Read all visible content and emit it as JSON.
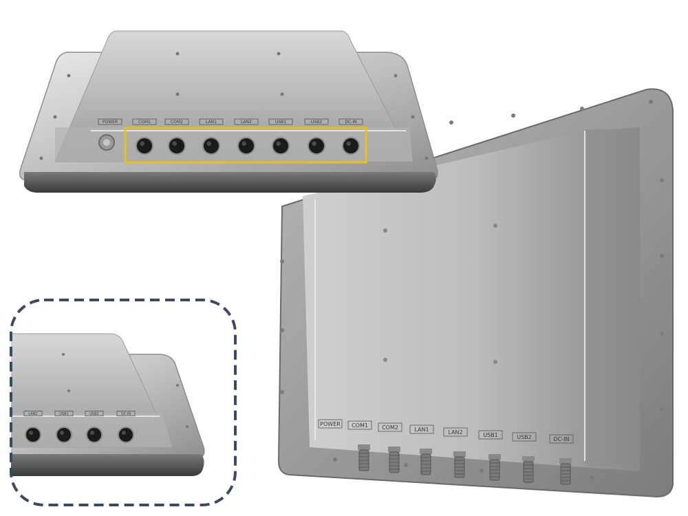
{
  "top_view": {
    "port_labels": [
      "POWER",
      "COM1",
      "COM2",
      "LAN1",
      "LAN2",
      "USB1",
      "USB2",
      "DC-IN"
    ]
  },
  "back_view": {
    "port_labels": [
      "POWER",
      "COM1",
      "COM2",
      "LAN1",
      "LAN2",
      "USB1",
      "USB2",
      "DC-IN"
    ]
  },
  "detail_view": {
    "port_labels": [
      "LAN2",
      "USB1",
      "USB2",
      "DC-IN"
    ]
  },
  "colors": {
    "highlight": "#e8c21a",
    "dashed_frame": "#3c4a5e",
    "connector": "#1a1a1a"
  }
}
